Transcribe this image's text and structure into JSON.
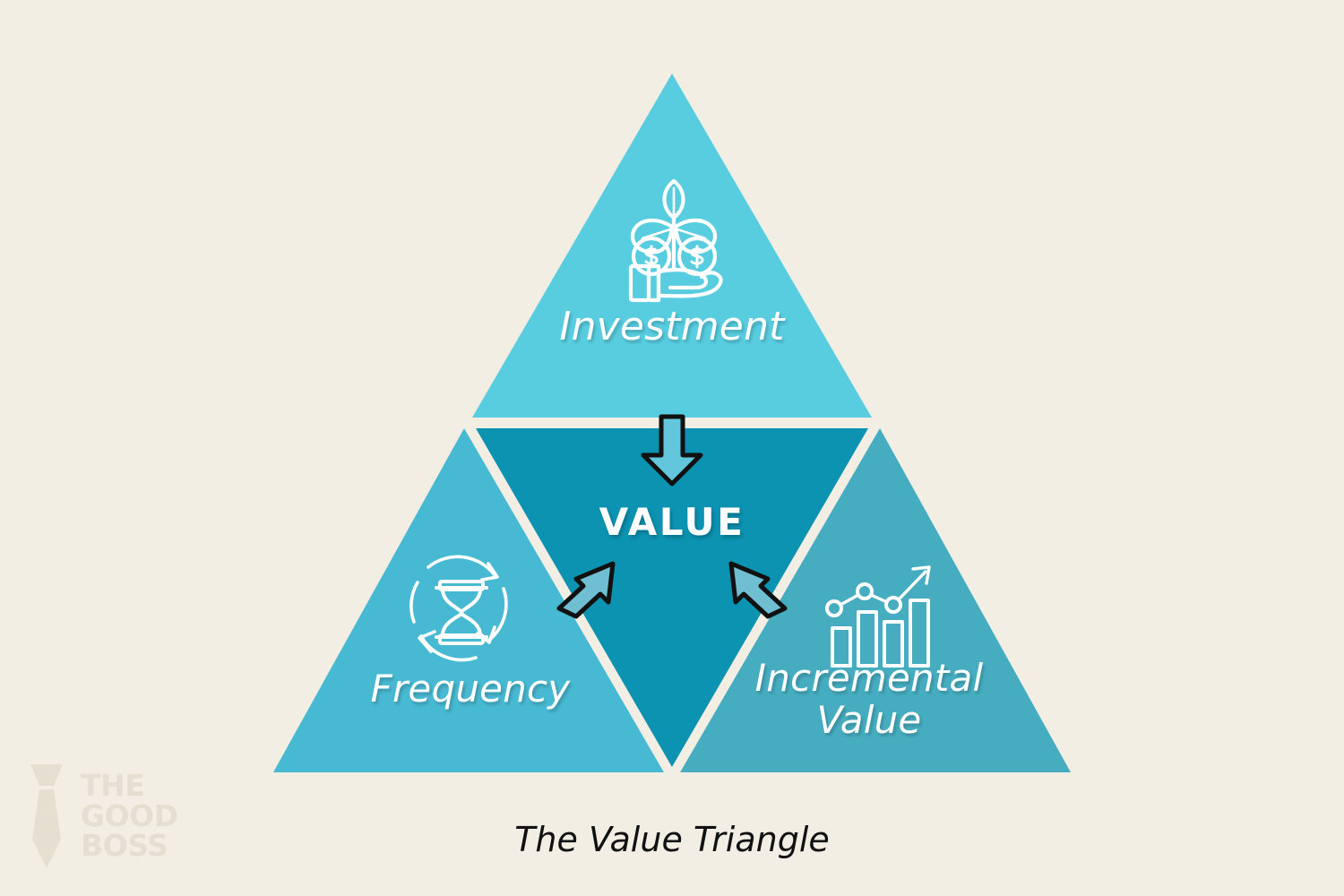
{
  "title": "The Value Triangle",
  "background_color": "#F2EEE4",
  "caption": {
    "text": "The Value Triangle"
  },
  "center": {
    "label": "VALUE",
    "color": "#0C93B2"
  },
  "segments": [
    {
      "id": "investment",
      "label": "Investment",
      "color": "#58CDE0",
      "icon": "hand-plant-money-icon",
      "position": "top"
    },
    {
      "id": "frequency",
      "label": "Frequency",
      "color": "#48B9D2",
      "icon": "hourglass-cycle-icon",
      "position": "bottom-left"
    },
    {
      "id": "incremental-value",
      "label": "Incremental\nValue",
      "color": "#46ADC0",
      "icon": "bar-chart-trend-up-icon",
      "position": "bottom-right"
    }
  ],
  "arrows": [
    {
      "id": "arrow-down",
      "direction": "down",
      "from": "investment",
      "to": "center",
      "fill": "#62C7DD",
      "stroke": "#111111"
    },
    {
      "id": "arrow-up-right",
      "direction": "up-right",
      "from": "frequency",
      "to": "center",
      "fill": "#6FBED2",
      "stroke": "#111111"
    },
    {
      "id": "arrow-up-left",
      "direction": "up-left",
      "from": "incremental-value",
      "to": "center",
      "fill": "#6FBED2",
      "stroke": "#111111"
    }
  ],
  "logo": {
    "line1": "THE",
    "line2": "GOOD",
    "line3": "BOSS",
    "icon": "necktie-icon",
    "color": "#E4DFD1"
  },
  "chart_data": {
    "type": "diagram",
    "shape": "triangle-3-part",
    "title": "The Value Triangle",
    "center_label": "VALUE",
    "categories": [
      "Investment",
      "Frequency",
      "Incremental Value"
    ],
    "relations": [
      {
        "source": "Investment",
        "target": "VALUE"
      },
      {
        "source": "Frequency",
        "target": "VALUE"
      },
      {
        "source": "Incremental Value",
        "target": "VALUE"
      }
    ]
  }
}
